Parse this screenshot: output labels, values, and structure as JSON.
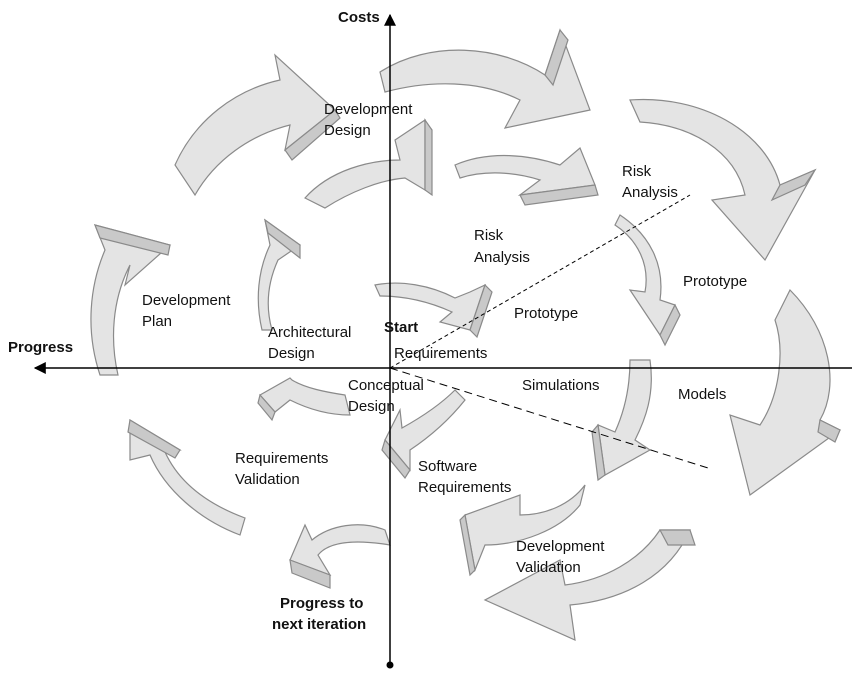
{
  "axes": {
    "vertical_label": "Costs",
    "horizontal_label": "Progress",
    "bottom_label_line1": "Progress to",
    "bottom_label_line2": "next iteration",
    "start_label": "Start"
  },
  "labels": {
    "development_design": [
      "Development",
      "Design"
    ],
    "risk_analysis_outer": [
      "Risk",
      "Analysis"
    ],
    "risk_analysis_inner": [
      "Risk",
      "Analysis"
    ],
    "development_plan": [
      "Development",
      "Plan"
    ],
    "architectural_design": [
      "Architectural",
      "Design"
    ],
    "prototype_outer": "Prototype",
    "prototype_inner": "Prototype",
    "requirements": "Requirements",
    "conceptual_design": [
      "Conceptual",
      "Design"
    ],
    "simulations": "Simulations",
    "models": "Models",
    "requirements_validation": [
      "Requirements",
      "Validation"
    ],
    "software_requirements": [
      "Software",
      "Requirements"
    ],
    "development_validation": [
      "Development",
      "Validation"
    ]
  }
}
